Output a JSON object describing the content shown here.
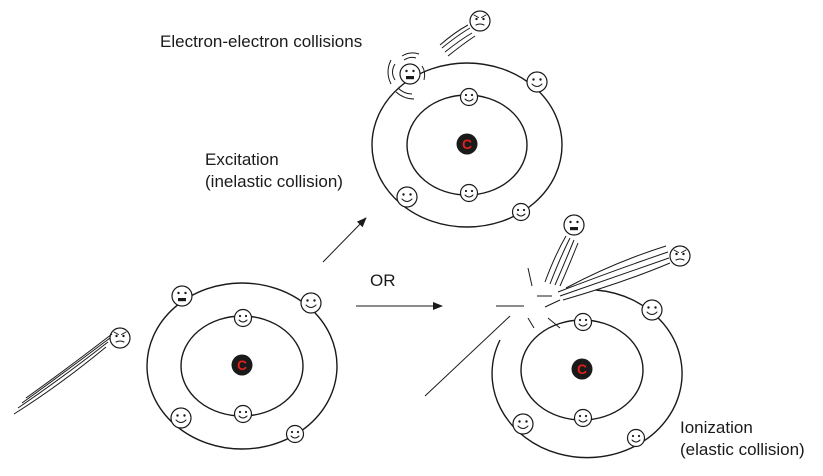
{
  "labels": {
    "ee_collisions": "Electron-electron collisions",
    "excitation_line1": "Excitation",
    "excitation_line2": "(inelastic collision)",
    "or": "OR",
    "ionization_line1": "Ionization",
    "ionization_line2": "(elastic collision)"
  },
  "nucleus_label": "C",
  "colors": {
    "nucleus_text": "#e0201b",
    "ink": "#1a1a1a"
  },
  "icons": [
    "smiley-electron-icon",
    "angry-electron-icon",
    "surprised-electron-icon",
    "nucleus-icon",
    "arrow-icon"
  ]
}
